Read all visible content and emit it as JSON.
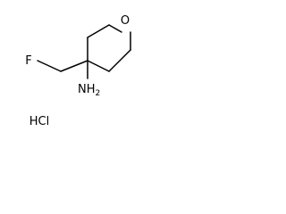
{
  "molecule": {
    "atoms": {
      "oxygen": "O",
      "fluorine": "F",
      "amine": "NH",
      "amine_subscript": "2"
    },
    "salt": "HCl"
  }
}
